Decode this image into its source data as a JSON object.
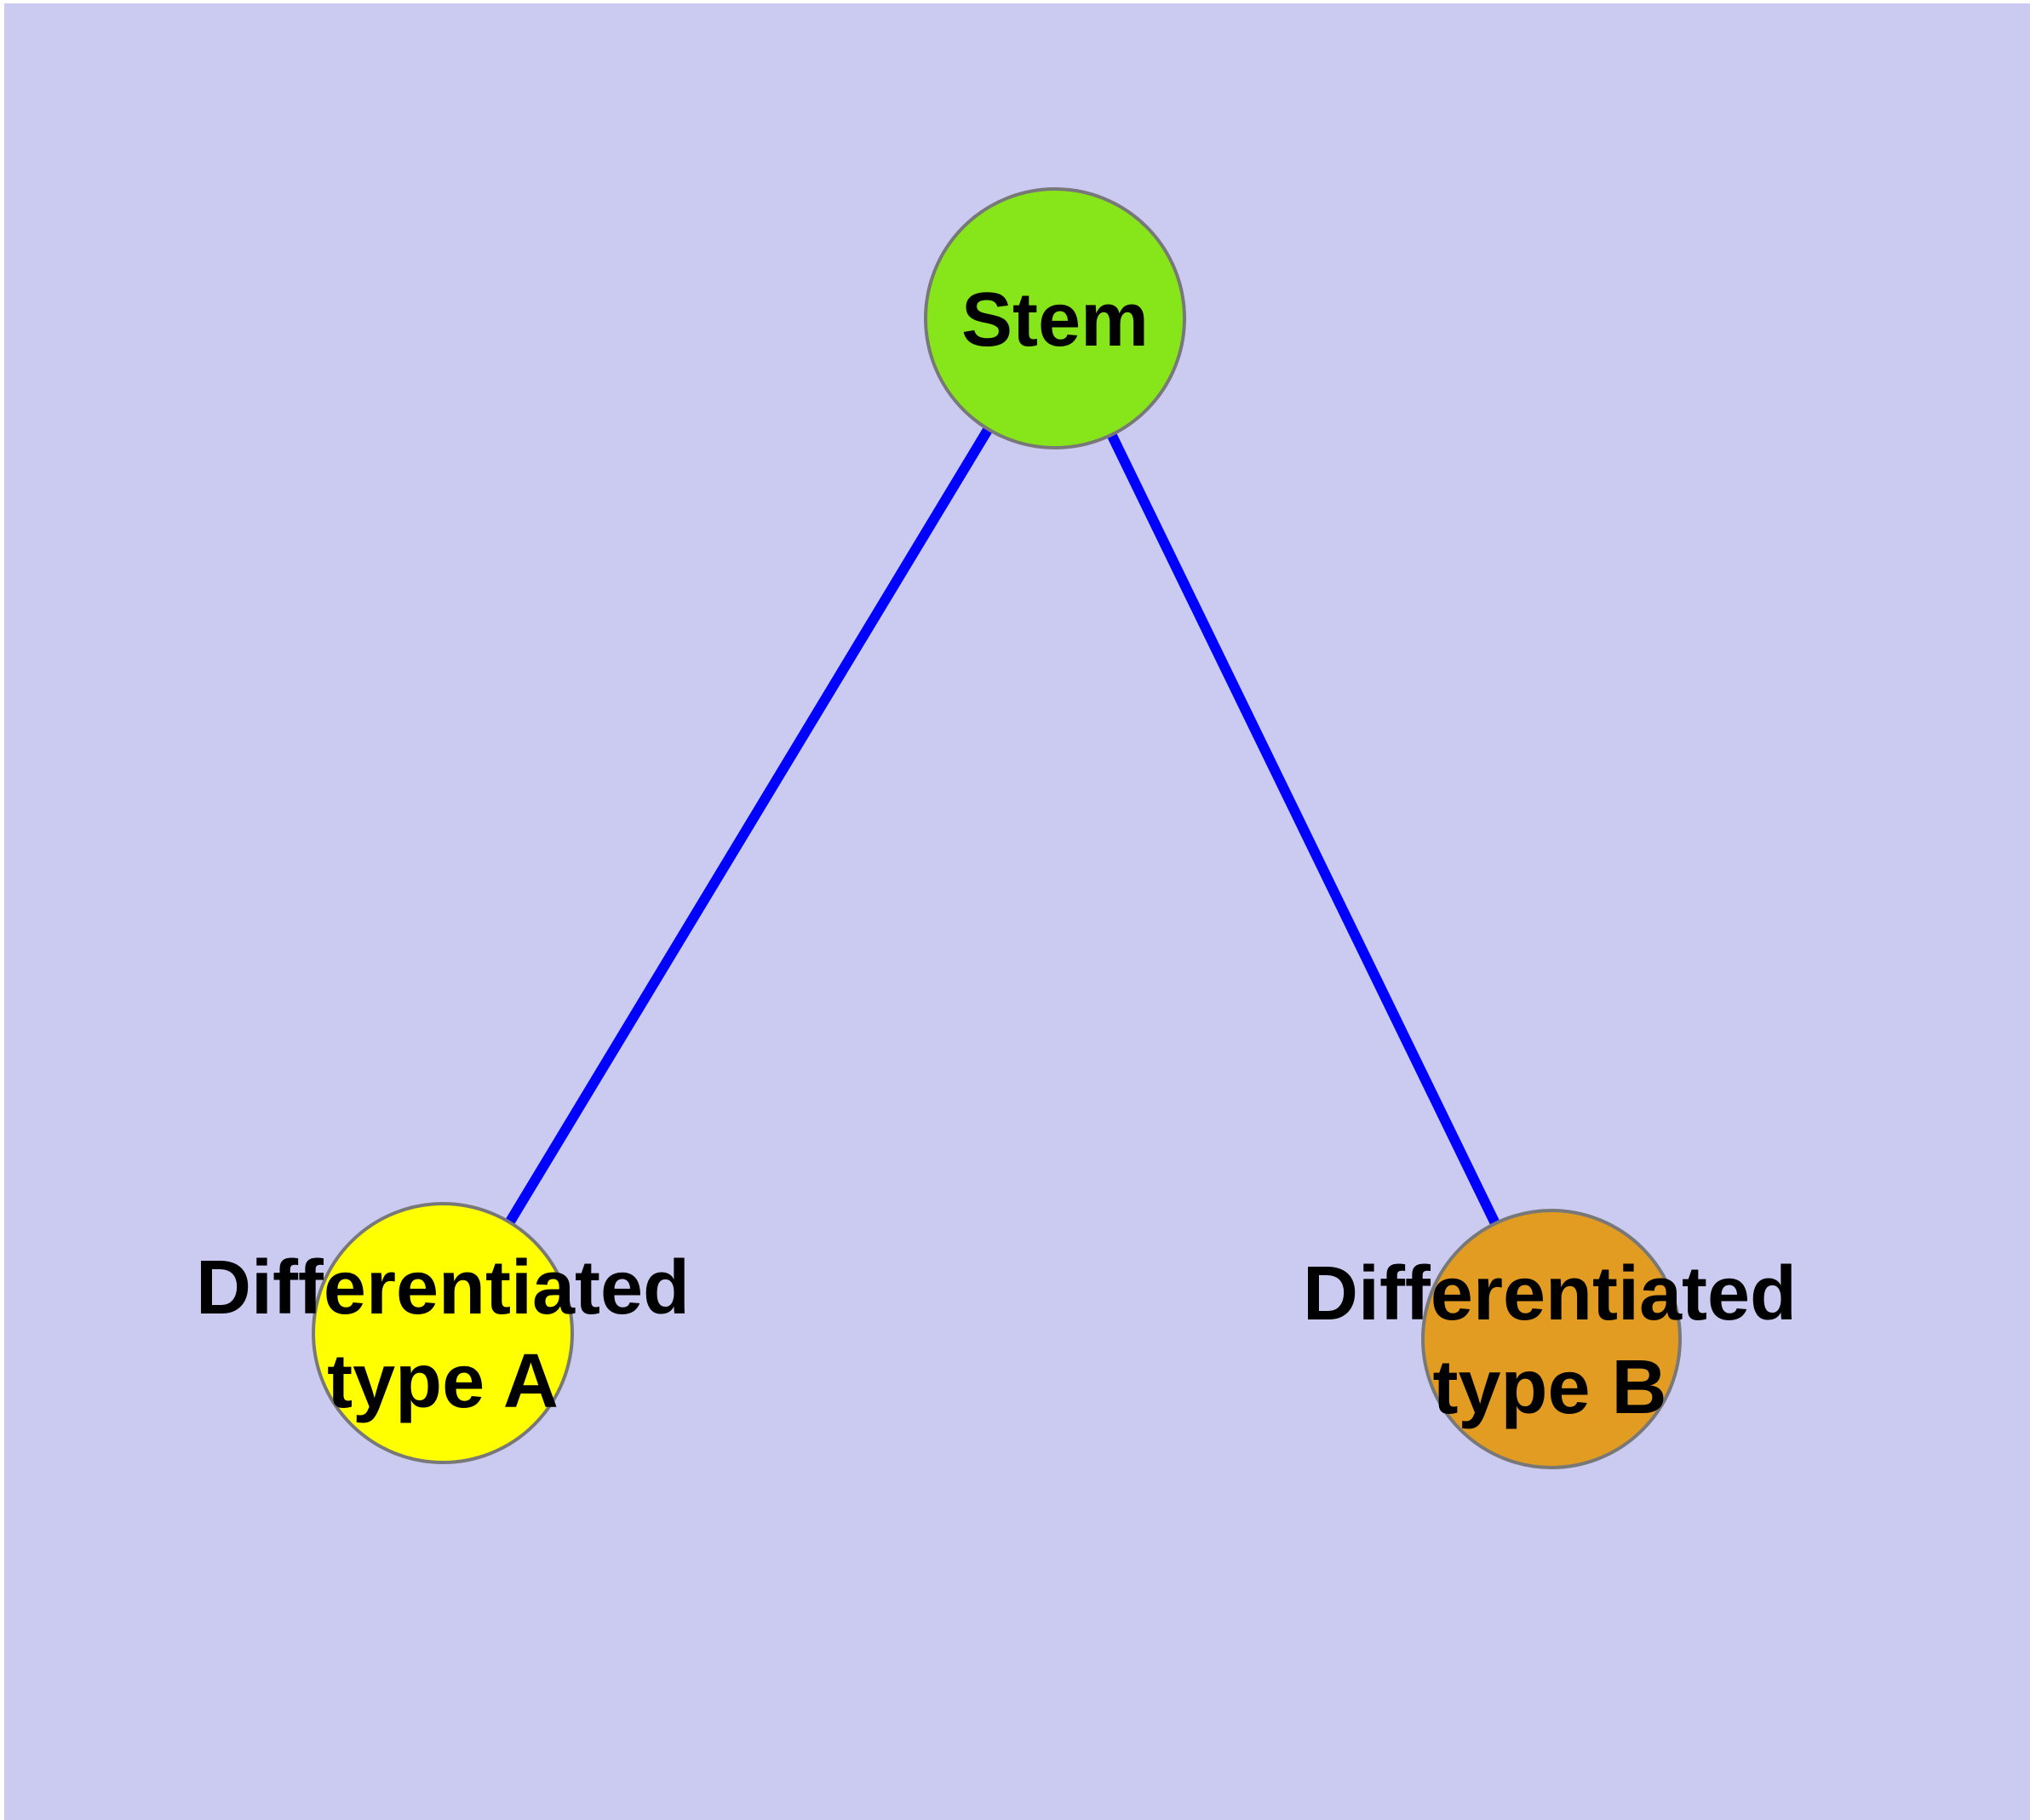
{
  "canvas": {
    "background_color": "#CBCBF2",
    "margin_color": "#FFFFFF"
  },
  "edges": {
    "color": "#0000FF",
    "items": [
      {
        "from": "Stem",
        "to": "Differentiated type A"
      },
      {
        "from": "Stem",
        "to": "Differentiated type B"
      }
    ]
  },
  "nodes": {
    "border_color": "#787878",
    "label_color": "#000000",
    "stem": {
      "label": "Stem",
      "color": "#87E619"
    },
    "type_a": {
      "label_line1": "Differentiated",
      "label_line2": "type A",
      "color": "#FFFF00"
    },
    "type_b": {
      "label_line1": "Differentiated",
      "label_line2": "type B",
      "color": "#E29C21"
    }
  }
}
